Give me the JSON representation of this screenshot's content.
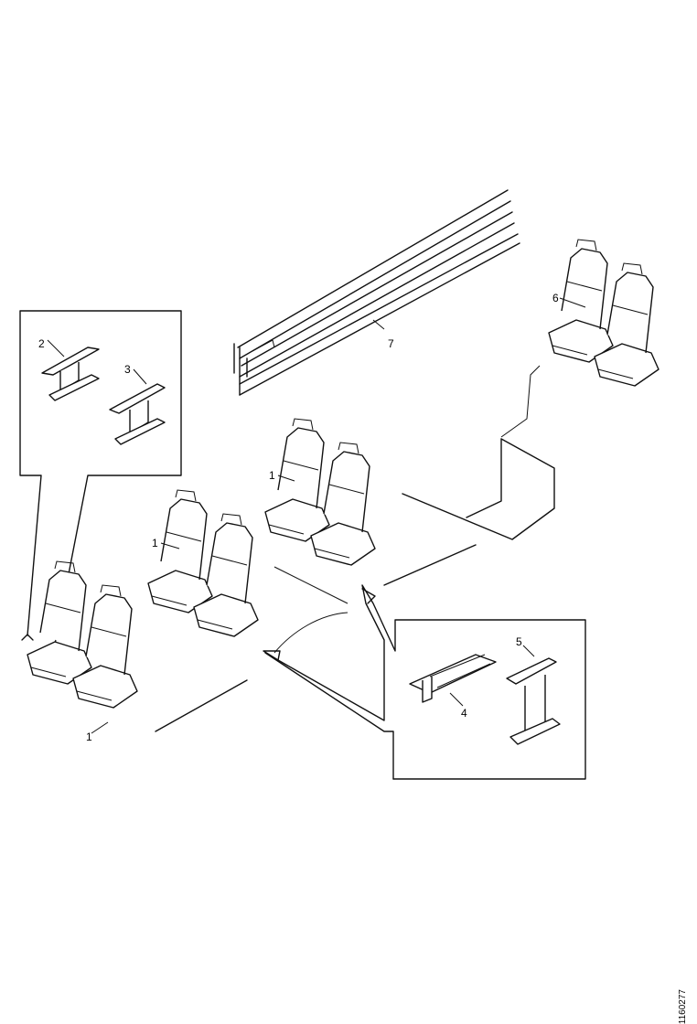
{
  "callouts": {
    "seat_left": "1",
    "seat_middle": "1",
    "seat_front": "1",
    "bracket_a": "2",
    "bracket_b": "3",
    "rail_support": "4",
    "pedestal": "5",
    "seat_rear": "6",
    "floor_rail": "7"
  },
  "drawing_ref": "1160277",
  "colors": {
    "line": "#111111",
    "background": "#ffffff"
  }
}
